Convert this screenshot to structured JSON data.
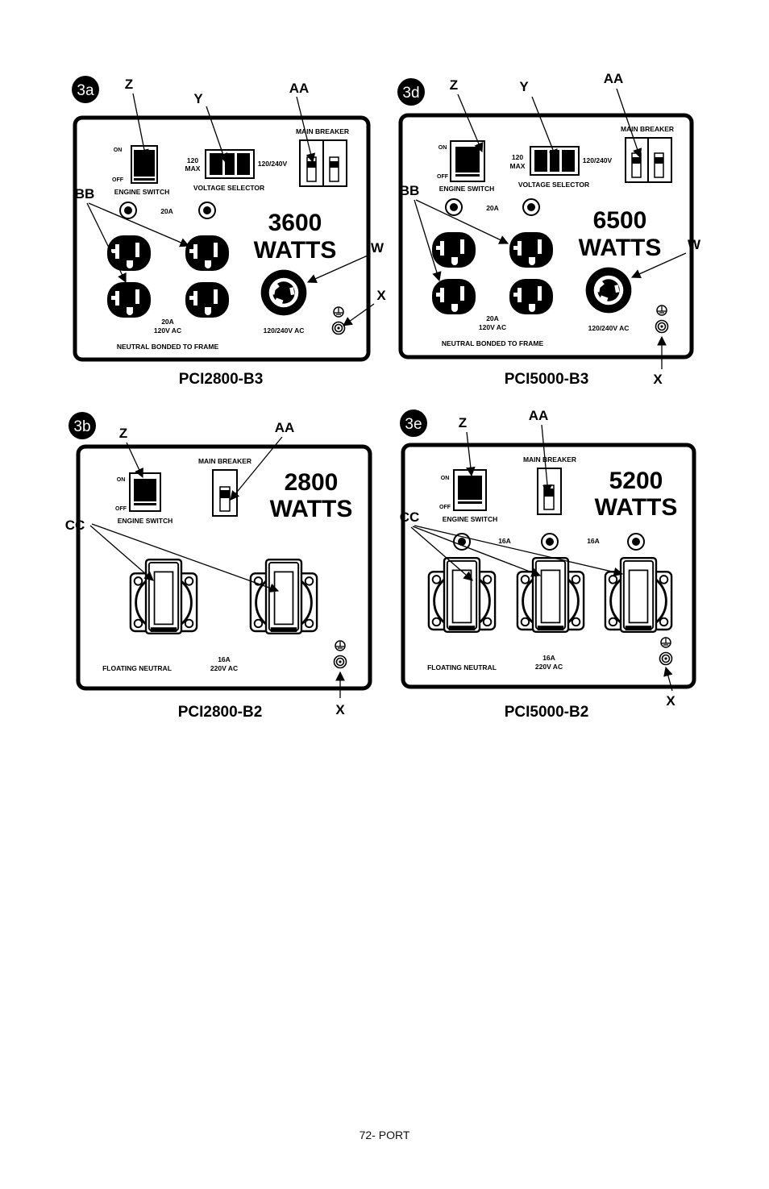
{
  "labels": {
    "on": "ON",
    "off": "OFF",
    "engine_switch": "ENGINE SWITCH",
    "voltage_selector": "VOLTAGE SELECTOR",
    "main_breaker": "MAIN BREAKER",
    "neutral_bonded": "NEUTRAL BONDED TO FRAME",
    "floating_neutral": "FLOATING NEUTRAL",
    "sel_120": "120",
    "sel_max": "MAX",
    "sel_120_240": "120/240V",
    "twist_rating": "120/240V AC",
    "amps_20": "20A",
    "volts_120": "120V AC",
    "amps_16": "16A",
    "volts_220": "220V AC",
    "watts_word": "WATTS"
  },
  "panels": {
    "p3a": {
      "badge": "3a",
      "model": "PCI2800-B3",
      "watts": "3600",
      "callouts": {
        "z": "Z",
        "y": "Y",
        "aa": "AA",
        "bb": "BB",
        "w": "W",
        "x": "X"
      }
    },
    "p3d": {
      "badge": "3d",
      "model": "PCI5000-B3",
      "watts": "6500",
      "callouts": {
        "z": "Z",
        "y": "Y",
        "aa": "AA",
        "bb": "BB",
        "w": "W",
        "x": "X"
      }
    },
    "p3b": {
      "badge": "3b",
      "model": "PCI2800-B2",
      "watts": "2800",
      "callouts": {
        "z": "Z",
        "aa": "AA",
        "cc": "CC",
        "x": "X"
      }
    },
    "p3e": {
      "badge": "3e",
      "model": "PCI5000-B2",
      "watts": "5200",
      "callouts": {
        "z": "Z",
        "aa": "AA",
        "cc": "CC",
        "x": "X"
      }
    }
  },
  "footer": "72- PORT"
}
